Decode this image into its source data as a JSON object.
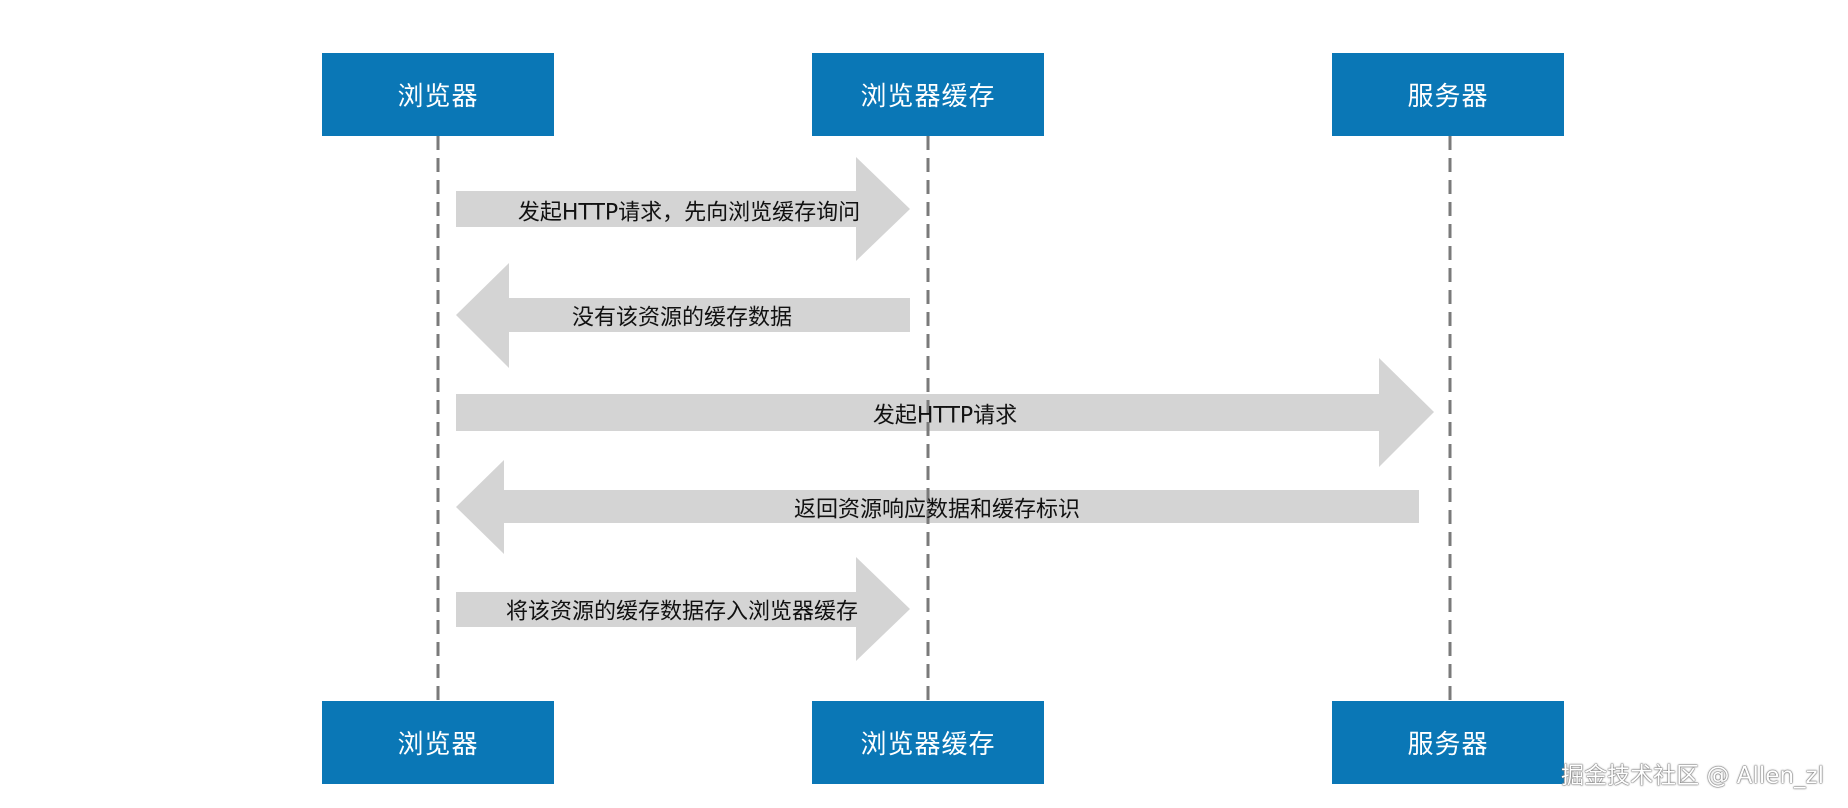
{
  "participants": [
    {
      "label": "浏览器"
    },
    {
      "label": "浏览器缓存"
    },
    {
      "label": "服务器"
    }
  ],
  "messages": [
    {
      "text": "发起HTTP请求，先向浏览缓存询问",
      "from": 0,
      "to": 1
    },
    {
      "text": "没有该资源的缓存数据",
      "from": 1,
      "to": 0
    },
    {
      "text": "发起HTTP请求",
      "from": 0,
      "to": 2
    },
    {
      "text": "返回资源响应数据和缓存标识",
      "from": 2,
      "to": 0
    },
    {
      "text": "将该资源的缓存数据存入浏览器缓存",
      "from": 0,
      "to": 1
    }
  ],
  "watermark": "掘金技术社区 @ Allen_zl",
  "colors": {
    "box": "#0a77b6",
    "arrow": "#d4d4d4",
    "lifeline": "#7a7a7a",
    "label": "#ffffff"
  }
}
